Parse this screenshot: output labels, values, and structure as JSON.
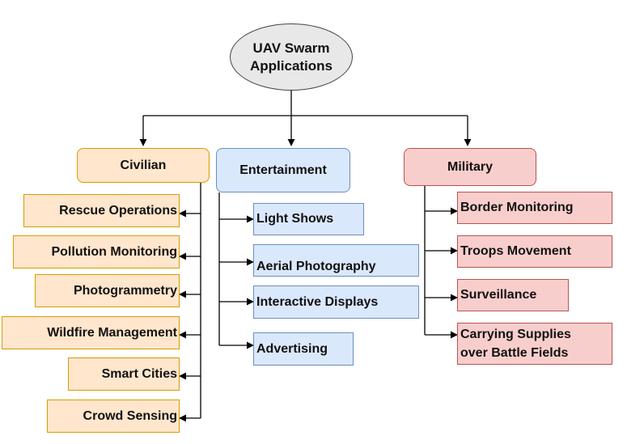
{
  "root": {
    "label": "UAV Swarm Applications"
  },
  "categories": {
    "civilian": {
      "label": "Civilian",
      "items": [
        "Rescue Operations",
        "Pollution Monitoring",
        "Photogrammetry",
        "Wildfire Management",
        "Smart Cities",
        "Crowd Sensing"
      ]
    },
    "entertainment": {
      "label": "Entertainment",
      "items": [
        "Light Shows",
        "Aerial Photography",
        "Interactive Displays",
        "Advertising"
      ]
    },
    "military": {
      "label": "Military",
      "items": [
        "Border Monitoring",
        "Troops Movement",
        "Surveillance",
        "Carrying Supplies over Battle Fields"
      ]
    }
  },
  "colors": {
    "civilian_fill": "#ffe6cc",
    "civilian_stroke": "#d79b00",
    "entertainment_fill": "#dae8fc",
    "entertainment_stroke": "#6c8ebf",
    "military_fill": "#f8cecc",
    "military_stroke": "#b85450",
    "root_fill": "#e8e8e8",
    "connector": "#000000"
  }
}
